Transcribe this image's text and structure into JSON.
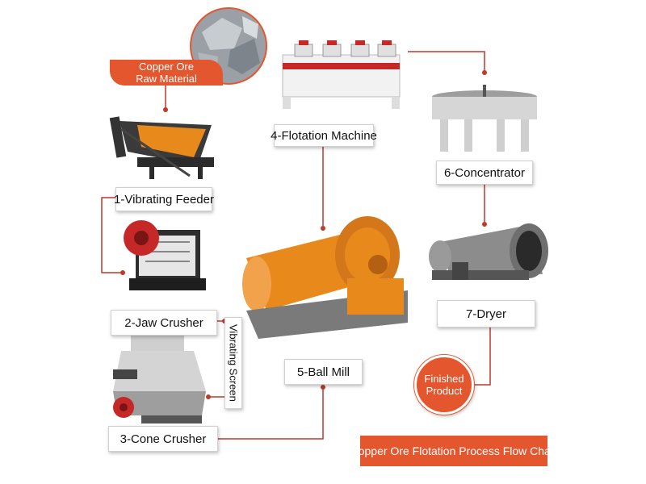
{
  "raw_material": {
    "line1": "Copper Ore",
    "line2": "Raw Material"
  },
  "steps": {
    "s1": "1-Vibrating Feeder",
    "s2": "2-Jaw Crusher",
    "s3": "3-Cone Crusher",
    "s4": "4-Flotation Machine",
    "s5": "5-Ball Mill",
    "s6": "6-Concentrator",
    "s7": "7-Dryer"
  },
  "vibrating_screen": "Vibrating Screen",
  "finished_product": {
    "line1": "Finished",
    "line2": "Product"
  },
  "chart_title": "Copper Ore Flotation Process Flow Chart",
  "colors": {
    "accent": "#e4572e",
    "connector": "#c0392b",
    "machine_gray": "#b8b8b8",
    "mill_orange": "#e8891c"
  }
}
